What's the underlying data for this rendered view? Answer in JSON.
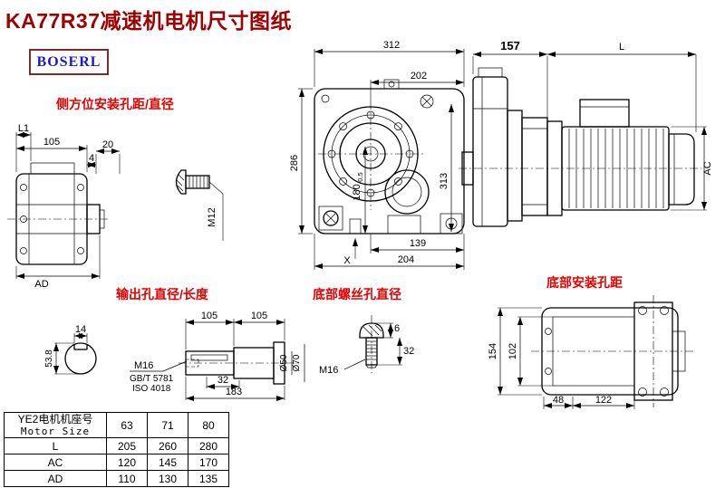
{
  "page": {
    "title": "KA77R37减速机电机尺寸图纸",
    "logo_text": "BOSERL"
  },
  "annotations": {
    "side_mount_label": "侧方位安装孔距/直径",
    "output_hole_label": "输出孔直径/长度",
    "bottom_screw_label": "底部螺丝孔直径",
    "bottom_mount_label": "底部安装孔距"
  },
  "main_view": {
    "dim_width_total": "312",
    "dim_width_inner": "202",
    "dim_height_total": "286",
    "dim_height_inner": "180",
    "dim_height_inner_tol": "-0.5",
    "dim_height_right": "313",
    "dim_bottom_inner": "139",
    "dim_bottom_total": "204",
    "datum_x": "X"
  },
  "motor_view": {
    "dim_gearbox_depth": "157",
    "dim_motor_length": "L",
    "dim_motor_diameter": "AC"
  },
  "left_view": {
    "dim_l1": "L1",
    "dim_105": "105",
    "dim_4": "4",
    "dim_ad": "AD"
  },
  "side_bolt": {
    "dim_20": "20",
    "thread": "M12"
  },
  "shaft_section": {
    "dim_key_width": "14",
    "dim_height": "53.8"
  },
  "output_shaft": {
    "dim_105a": "105",
    "dim_105b": "105",
    "thread": "M16",
    "std1": "GB/T 5781",
    "std2": "ISO 4018",
    "dim_32": "32",
    "dim_183": "183",
    "dia_shaft": "Ø50",
    "dia_shoulder": "Ø70"
  },
  "bottom_bolt": {
    "thread": "M16",
    "dim_head": "6",
    "dim_length": "32"
  },
  "bottom_view": {
    "dim_154": "154",
    "dim_102": "102",
    "dim_48": "48",
    "dim_122": "122"
  },
  "table": {
    "col0_line1": "YE2电机机座号",
    "col0_line2": "Motor Size",
    "sizes": [
      "63",
      "71",
      "80"
    ],
    "rows": [
      {
        "label": "L",
        "values": [
          "205",
          "260",
          "280"
        ]
      },
      {
        "label": "AC",
        "values": [
          "120",
          "145",
          "170"
        ]
      },
      {
        "label": "AD",
        "values": [
          "110",
          "130",
          "135"
        ]
      }
    ]
  }
}
